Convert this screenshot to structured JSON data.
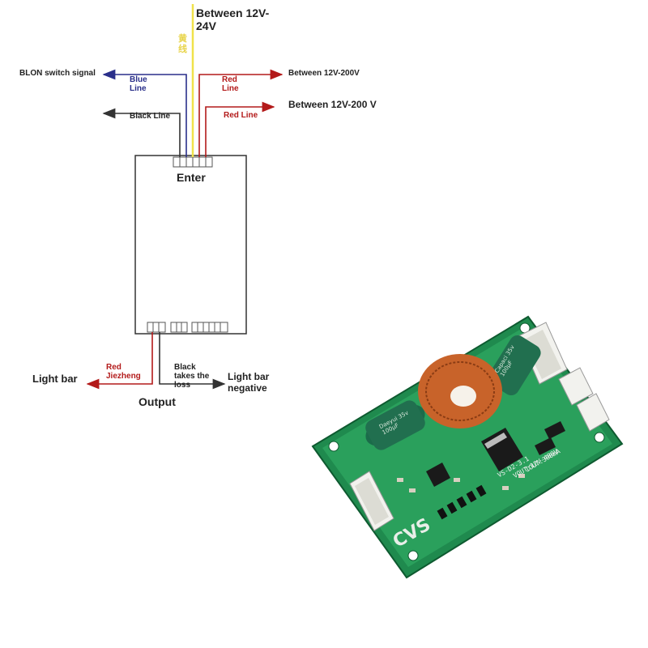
{
  "labels": {
    "top_voltage": "Between 12V-24V",
    "yellow_line_cn": "黄线",
    "blon_signal": "BLON switch signal",
    "blue_line": "Blue Line",
    "red_line_top": "Red Line",
    "between_200v": "Between 12V-200V",
    "black_line": "Black Line",
    "red_line_mid": "Red Line",
    "between_200v_2": "Between 12V-200 V",
    "enter": "Enter",
    "red_jiezheng": "Red Jiezheng",
    "black_takes_loss": "Black takes the loss",
    "light_bar": "Light bar",
    "light_bar_negative": "Light bar negative",
    "output": "Output"
  },
  "board": {
    "capacitor_left_text": "Daeyui 35v 100µF",
    "capacitor_right_text": "Capaci 35v 100µF",
    "silkscreen_line1": "VS-D2-3.1",
    "silkscreen_line2": "VOUT:12V-400V",
    "silkscreen_line3": "IOUT:300mA",
    "logo_text": "CVS"
  },
  "colors": {
    "yellow_wire": "#f0e24a",
    "blue_wire": "#2a2f8a",
    "red_wire": "#b31a1a",
    "black_wire": "#333333",
    "pcb_green": "#1f8a4e",
    "coil_copper": "#c8632a"
  }
}
